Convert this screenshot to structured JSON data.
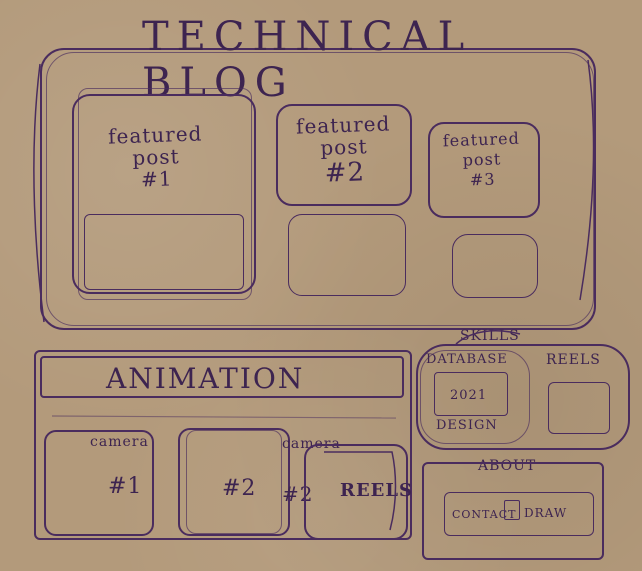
{
  "header": {
    "title": "TECHNICAL BLOG"
  },
  "featured": [
    {
      "label": "featured post #1",
      "line1": "featured",
      "line2": "post",
      "line3": "#1"
    },
    {
      "label": "featured post #2",
      "line1": "featured",
      "line2": "post",
      "line3": "#2"
    },
    {
      "label": "featured post #3",
      "line1": "featured",
      "line2": "post",
      "line3": "#3"
    }
  ],
  "animation": {
    "title": "ANIMATION",
    "cards": [
      {
        "top": "camera",
        "label": "#1"
      },
      {
        "top": "",
        "label": "#2"
      },
      {
        "top": "camera",
        "label": "#2"
      },
      {
        "top": "",
        "label": "REELS"
      }
    ]
  },
  "skills": {
    "title": "SKILLS",
    "left": "DATABASE",
    "right": "REELS",
    "bottom": "DESIGN",
    "inner": "2021"
  },
  "about": {
    "title": "ABOUT",
    "items": [
      "CONTACT",
      "DRAW"
    ]
  }
}
